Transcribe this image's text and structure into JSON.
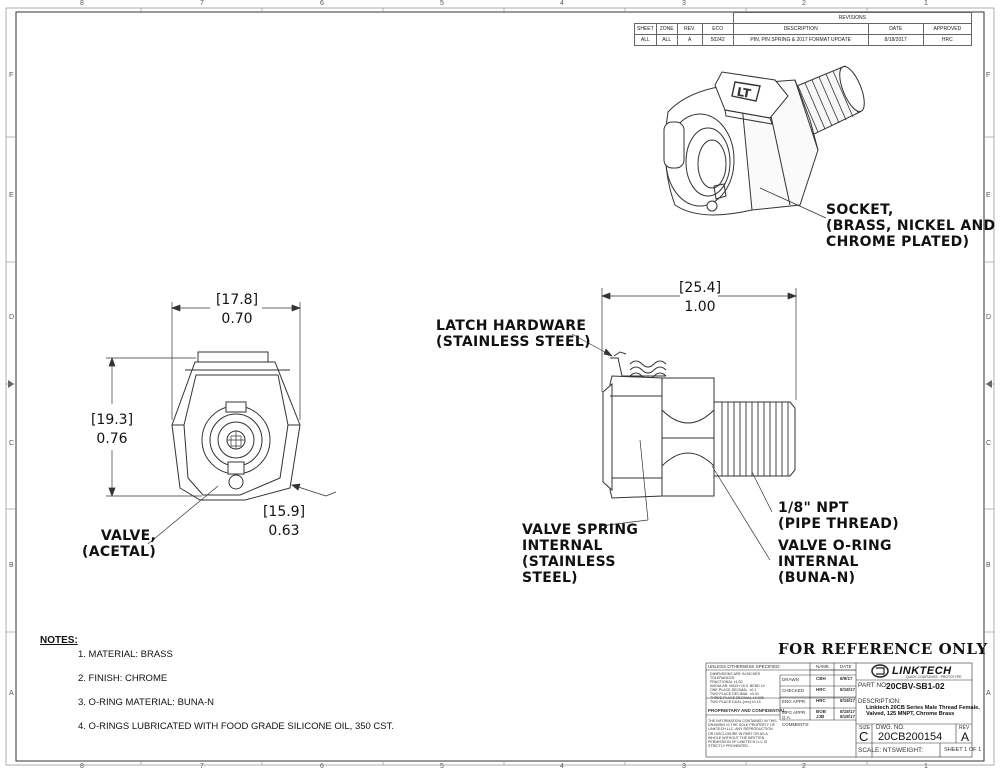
{
  "zones": {
    "top": [
      "8",
      "7",
      "6",
      "5",
      "4",
      "3",
      "2",
      "1"
    ],
    "bottom": [
      "8",
      "7",
      "6",
      "5",
      "4",
      "3",
      "2",
      "1"
    ],
    "left": [
      "F",
      "E",
      "D",
      "C",
      "B",
      "A"
    ],
    "right": [
      "F",
      "E",
      "D",
      "C",
      "B",
      "A"
    ]
  },
  "revisions": {
    "title": "REVISIONS",
    "headers": [
      "SHEET",
      "ZONE",
      "REV.",
      "ECO",
      "DESCRIPTION",
      "DATE",
      "APPROVED"
    ],
    "row": [
      "ALL",
      "ALL",
      "A",
      "50242",
      "PIN, PIN SPRING & 2017 FORMAT UPDATE",
      "8/18/2017",
      "HRC"
    ]
  },
  "callouts": {
    "socket": "SOCKET,\n(BRASS, NICKEL AND\nCHROME PLATED)",
    "latch": "LATCH HARDWARE\n(STAINLESS STEEL)",
    "valve": "VALVE,\n(ACETAL)",
    "valve_spring": "VALVE SPRING\nINTERNAL\n(STAINLESS\nSTEEL)",
    "npt": "1/8\" NPT\n(PIPE THREAD)",
    "oring": "VALVE O-RING\nINTERNAL\n(BUNA-N)"
  },
  "dimensions": {
    "width_mm": "17.8",
    "width_in": "0.70",
    "height_mm": "19.3",
    "height_in": "0.76",
    "offset_mm": "15.9",
    "offset_in": "0.63",
    "length_mm": "25.4",
    "length_in": "1.00"
  },
  "notes": {
    "heading": "NOTES:",
    "items": [
      "1.   MATERIAL: BRASS",
      "2.   FINISH: CHROME",
      "3.   O-RING MATERIAL: BUNA-N",
      "4.   O-RINGS LUBRICATED WITH FOOD GRADE SILICONE OIL, 350 CST."
    ]
  },
  "reference": "FOR REFERENCE ONLY",
  "title_block": {
    "unless": "UNLESS OTHERWISE SPECIFIED:",
    "tol": "DIMENSIONS ARE IN INCHES\nTOLERANCES:\nFRACTIONAL ±1/32\nANGULAR: MACH ±0.5  BEND ±2\nONE PLACE DECIMAL  ±0.1\nTWO PLACE DECIMAL  ±0.01\nTHREE PLACE DECIMAL ±0.005\nTWO PLACE DUAL [mm] ±0.15",
    "name_hdr": "NAME",
    "date_hdr": "DATE",
    "roles": [
      "DRAWN",
      "CHECKED",
      "ENG APPR.",
      "MFG APPR.",
      "Q.A."
    ],
    "names": [
      "CBH",
      "HRC",
      "HRC",
      "BOB",
      "JJB"
    ],
    "dates": [
      "8/9/17",
      "8/18/17",
      "8/18/17",
      "8/18/17",
      "8/18/17"
    ],
    "comments": "COMMENTS:",
    "proprietary": "PROPRIETARY AND CONFIDENTIAL",
    "prop_text": "THE INFORMATION CONTAINED IN THIS\nDRAWING IS THE SOLE PROPERTY OF\nLINKTECH LLC. ANY REPRODUCTION\nOR DISCLOSURE IN PART OR AS A\nWHOLE WITHOUT THE WRITTEN\nPERMISSION OF LINKTECH LLC IS\nSTRICTLY PROHIBITED.",
    "logo": "LINKTECH",
    "tagline": "QUICK COUPLINGS  ·  PROTOTYPE",
    "part_no_label": "PART NO:",
    "part_no": "20CBV-SB1-02",
    "desc_label": "DESCRIPTION:",
    "desc": "Linktech 20CB Series Male Thread Female,\nValved, 125 MNPT, Chrome Brass",
    "size_label": "SIZE",
    "size": "C",
    "dwg_label": "DWG. NO.",
    "dwg": "20CB200154",
    "rev_label": "REV",
    "rev": "A",
    "scale": "SCALE: NTS",
    "weight": "WEIGHT:",
    "sheet": "SHEET 1 OF 1"
  }
}
